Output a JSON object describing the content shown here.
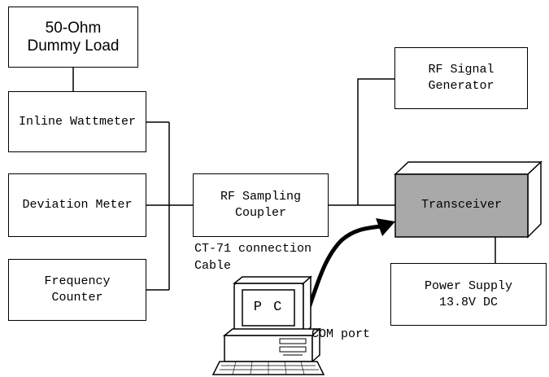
{
  "nodes": {
    "dummy_load": {
      "line1": "50-Ohm",
      "line2": "Dummy Load"
    },
    "wattmeter": {
      "label": "Inline Wattmeter"
    },
    "deviation_meter": {
      "label": "Deviation Meter"
    },
    "frequency_counter": {
      "line1": "Frequency",
      "line2": "Counter"
    },
    "sampling_coupler": {
      "line1": "RF Sampling",
      "line2": "Coupler"
    },
    "signal_generator": {
      "line1": "RF Signal",
      "line2": "Generator"
    },
    "transceiver": {
      "label": "Transceiver",
      "fill": "#a9a9a9"
    },
    "power_supply": {
      "line1": "Power Supply",
      "line2": "13.8V DC"
    },
    "pc": {
      "screen_label": "P C"
    }
  },
  "labels": {
    "cable_line1": "CT-71 connection",
    "cable_line2": "Cable",
    "com_port": "COM port"
  }
}
